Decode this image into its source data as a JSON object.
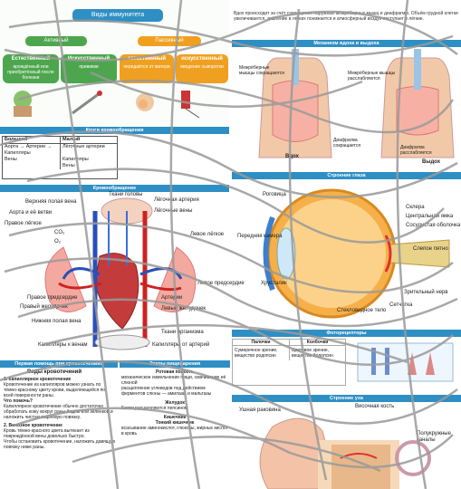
{
  "immunity": {
    "title": "Виды иммунитета",
    "active": "Активный",
    "passive": "Пассивный",
    "boxes": [
      {
        "title": "Естественный",
        "text": "врождённый или приобретённый после болезни"
      },
      {
        "title": "Искусственный",
        "text": "прививки"
      },
      {
        "title": "естественный",
        "text": "передаётся от матери"
      },
      {
        "title": "искусственный",
        "text": "введение сыворотки"
      }
    ]
  },
  "circulation_table": {
    "header": "Круги кровообращения",
    "col1": "Большой",
    "col2": "Малый",
    "rows": [
      [
        "Аорта → Артерии → Капилляры",
        "Лёгочные артерии"
      ],
      [
        "Вены",
        "Капилляры"
      ],
      [
        "",
        "Вены"
      ]
    ]
  },
  "blood_section": {
    "header": "Кровообращение",
    "labels": [
      "Верхняя полая вена",
      "Аорта и её ветви",
      "Правое лёгкое",
      "CO₂",
      "O₂",
      "Правое предсердие",
      "Правый желудочек",
      "Нижняя полая вена",
      "Капилляры к венам",
      "Ткани головы",
      "Лёгочная артерия",
      "Лёгочные вены",
      "Левое лёгкое",
      "Левое предсердие",
      "Артерии",
      "Левый желудочек",
      "Ткани организма",
      "Капилляры от артерий"
    ]
  },
  "breathing": {
    "intro": "Вдох происходит за счёт сокращения наружных межрёберных мышц и диафрагмы. Объём грудной клетки увеличивается, давление в лёгких понижается и атмосферный воздух поступает в лёгкие.",
    "header": "Механизм вдоха и выдоха",
    "labels": [
      "Межрёберные мышцы сокращаются",
      "Межрёберные мышцы расслабляются",
      "Диафрагма сокращается",
      "Диафрагма расслабляется"
    ],
    "inhale": "Вдох",
    "exhale": "Выдох"
  },
  "eye": {
    "header": "Строение глаза",
    "labels": [
      "Роговица",
      "Склера",
      "Центральная ямка",
      "Сосудистая оболочка",
      "Передняя камера",
      "Слепое пятно",
      "Хрусталик",
      "Зрительный нерв",
      "Стекловидное тело",
      "Сетчатка"
    ]
  },
  "receptors": {
    "header": "Фоторецепторы",
    "col1": "Палочки",
    "col2": "Колбочки",
    "col1_text": "Сумеречное зрение, вещество родопсин",
    "col2_text": "Цветовое зрение, вещество йодопсин"
  },
  "first_aid": {
    "header": "Первая помощь при кровотечениях",
    "subheader": "Виды кровотечений",
    "p1_title": "1. Капиллярное кровотечение",
    "p1": "Кровотечение из капилляров можно узнать по тёмно-красному цвету крови, выделяющейся по всей поверхности раны.",
    "p1_b": "Что помочь?",
    "p1_c": "Капиллярное кровотечение обычно достаточно обработать кожу вокруг раны йодом или зелёнкой и наложить чистую марлевую повязку.",
    "p2_title": "2. Венозное кровотечение",
    "p2": "Кровь тёмно-красного цвета вытекает из повреждённой вены довольно быстро.",
    "p2_c": "Чтобы остановить кровотечение, наложить давящую повязку ниже раны."
  },
  "digestion": {
    "header": "Этапы пищеварения",
    "sub1": "Ротовая полость",
    "lines": [
      "механическое измельчение пищи, смачивание её слюной",
      "расщепление углеводов под действием ферментов слюны — амилазы и мальтазы",
      "Желудок",
      "Белки расщепляются пепсином",
      "Кишечник",
      "Тонкий кишечник",
      "всасывание аминокислот, глюкозы, жирных кислот в кровь"
    ]
  },
  "ear": {
    "header": "Строение уха",
    "labels": [
      "Ушная раковина",
      "Височная кость",
      "Полукружные каналы"
    ]
  }
}
